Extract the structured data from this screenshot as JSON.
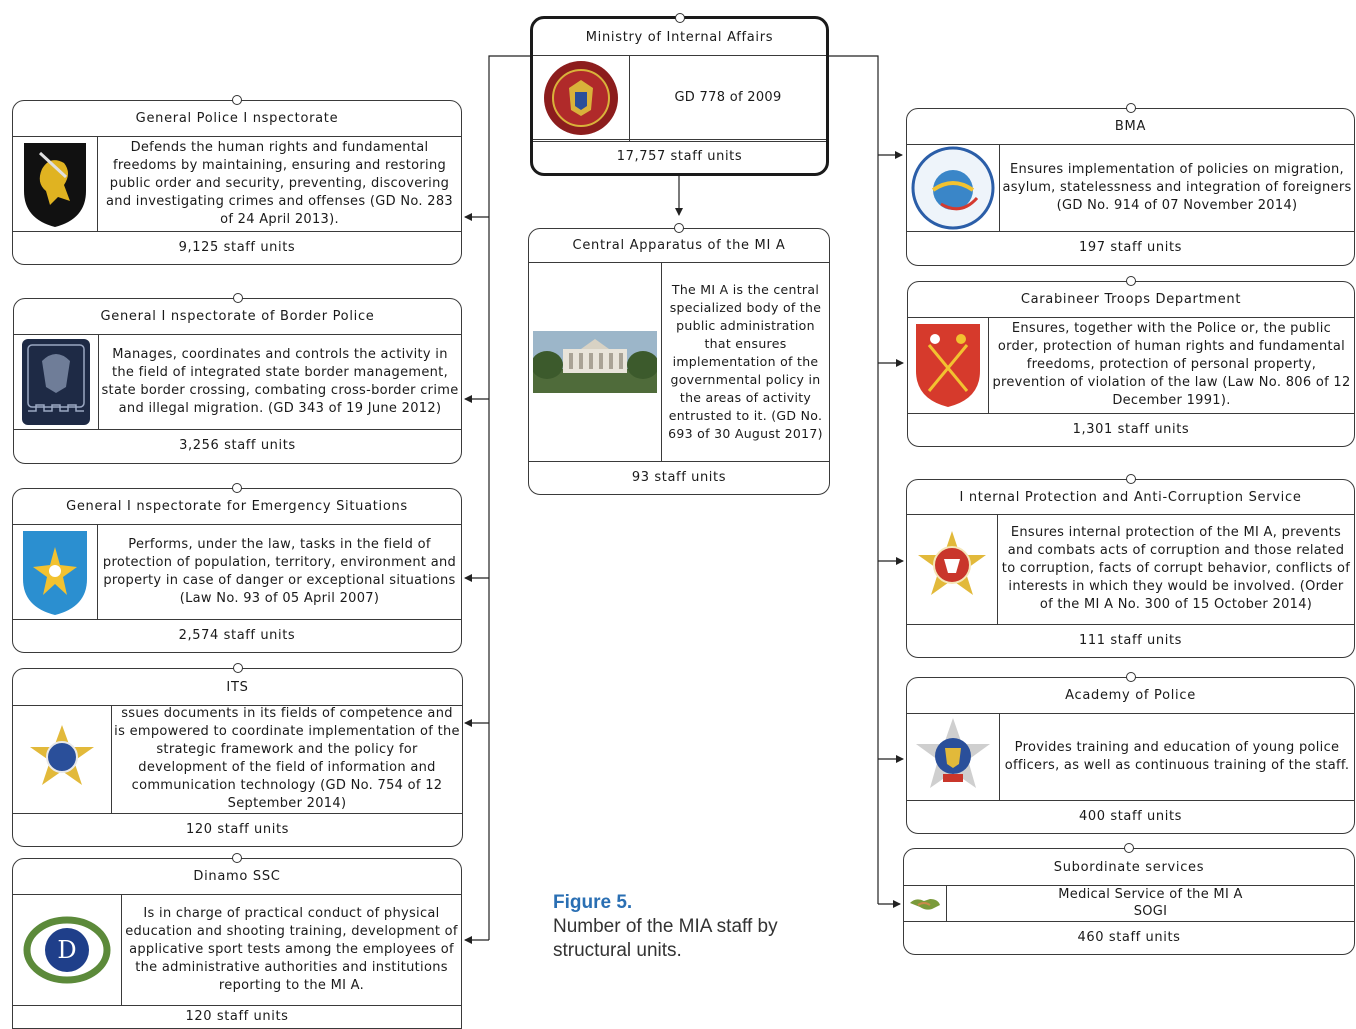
{
  "root": {
    "title": "Ministry of Internal Affairs",
    "description": "GD 778 of 2009",
    "staff": "17,757 staff units",
    "logo_icon": "mia-coat-of-arms-icon"
  },
  "central": {
    "title": "Central Apparatus of the MI A",
    "description": "The MI A is the central specialized body of the public administration that ensures implementation of the governmental policy in the areas of activity entrusted to it. (GD No. 693 of 30 August 2017)",
    "staff": "93 staff units",
    "logo_icon": "government-building-photo"
  },
  "left_units": [
    {
      "title": "General Police I nspectorate",
      "description": "Defends the human rights and fundamental freedoms by maintaining, ensuring and restoring public order and security, preventing, discovering and investigating crimes and offenses (GD No. 283 of 24 April 2013).",
      "staff": "9,125 staff units",
      "logo_icon": "police-lion-shield-icon"
    },
    {
      "title": "General I nspectorate of Border Police",
      "description": "Manages, coordinates and controls the activity in the field of integrated state border management, state border crossing, combating cross-border crime and illegal migration. (GD 343 of 19 June 2012)",
      "staff": "3,256 staff units",
      "logo_icon": "border-police-shield-icon"
    },
    {
      "title": "General I nspectorate for Emergency Situations",
      "description": "Performs, under the law, tasks in the field of protection of population, territory, environment and property in case of danger or exceptional situations (Law No. 93 of 05 April 2007)",
      "staff": "2,574 staff units",
      "logo_icon": "emergency-star-shield-icon"
    },
    {
      "title": "ITS",
      "description": "ssues documents in its fields of competence and is empowered to coordinate implementation of the strategic framework and the policy for development of the field of information and communication technology (GD No. 754 of 12 September 2014)",
      "staff": "120 staff units",
      "logo_icon": "its-star-badge-icon"
    },
    {
      "title": "Dinamo SSC",
      "description": "Is in charge of practical conduct of physical education and shooting training, development of applicative sport tests among the employees of the administrative authorities and institutions reporting to the MI A.",
      "staff": "120 staff units",
      "logo_icon": "dinamo-wreath-emblem-icon"
    }
  ],
  "right_units": [
    {
      "title": "BMA",
      "description": "Ensures implementation of policies on migration, asylum, statelessness and integration of foreigners (GD No. 914 of 07 November 2014)",
      "staff": "197 staff units",
      "logo_icon": "bma-globe-emblem-icon"
    },
    {
      "title": "Carabineer Troops Department",
      "description": "Ensures, together with the Police or, the public order, protection of human rights and fundamental freedoms, protection of personal property, prevention of violation of the law (Law No. 806 of 12 December 1991).",
      "staff": "1,301 staff units",
      "logo_icon": "carabineer-red-shield-icon"
    },
    {
      "title": "I nternal Protection and Anti-Corruption Service",
      "description": "Ensures internal protection of the MI A, prevents and combats acts of corruption and those related to corruption, facts of corrupt behavior, conflicts of interests in which they would be involved. (Order of the MI A No. 300 of 15 October 2014)",
      "staff": "111 staff units",
      "logo_icon": "anticorruption-star-badge-icon"
    },
    {
      "title": "Academy of Police",
      "description": "Provides training and education of young police officers, as well as continuous training of the staff.",
      "staff": "400 staff units",
      "logo_icon": "police-academy-badge-icon"
    },
    {
      "title": "Subordinate services",
      "line1": "Medical Service of the MI A",
      "line2": "SOGI",
      "staff": "460 staff units",
      "logo_icon": "handshake-icon"
    }
  ],
  "caption": {
    "figure": "Figure 5.",
    "text": "Number of the MIA staff by structural units."
  }
}
